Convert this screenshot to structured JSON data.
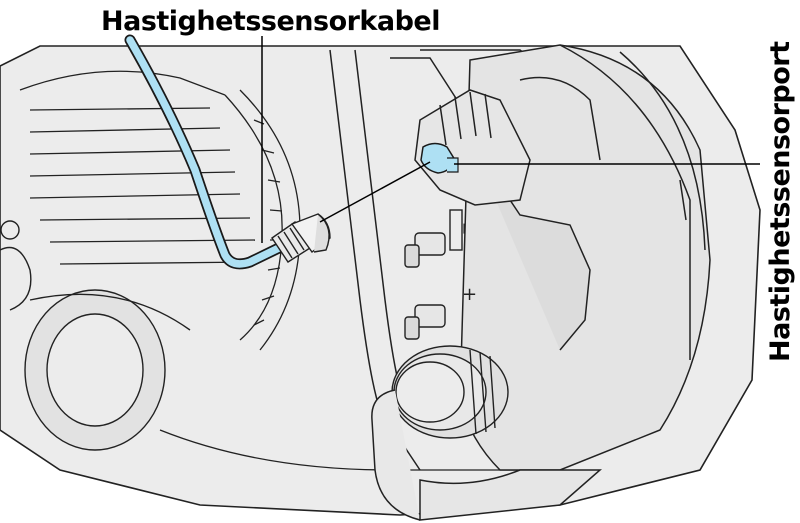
{
  "callouts": {
    "cable_label": "Hastighetssensorkabel",
    "port_label": "Hastighetssensorport"
  },
  "colors": {
    "housing_fill": "#ececec",
    "housing_shadow": "#d9d9d9",
    "outline": "#222222",
    "highlight": "#aee0f3",
    "highlight_stroke": "#1a1a1a",
    "leader": "#000000"
  },
  "parts": {
    "cable": "speed-sensor-cable",
    "connector": "cable-connector",
    "port": "speed-sensor-port",
    "terminal_plus_symbol": "+",
    "terminal_minus_symbol": "−"
  }
}
